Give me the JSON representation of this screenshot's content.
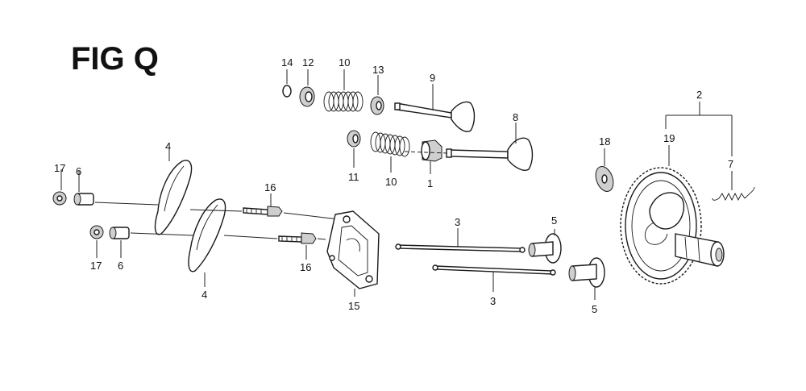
{
  "figure": {
    "title": "FIG Q"
  },
  "callouts": {
    "c14": "14",
    "c12": "12",
    "c10a": "10",
    "c13": "13",
    "c9": "9",
    "c11": "11",
    "c10b": "10",
    "c1": "1",
    "c8": "8",
    "c2": "2",
    "c19": "19",
    "c7": "7",
    "c18": "18",
    "c4a": "4",
    "c17a": "17",
    "c6a": "6",
    "c16a": "16",
    "c17b": "17",
    "c6b": "6",
    "c16b": "16",
    "c15": "15",
    "c4b": "4",
    "c3a": "3",
    "c3b": "3",
    "c5a": "5",
    "c5b": "5"
  }
}
